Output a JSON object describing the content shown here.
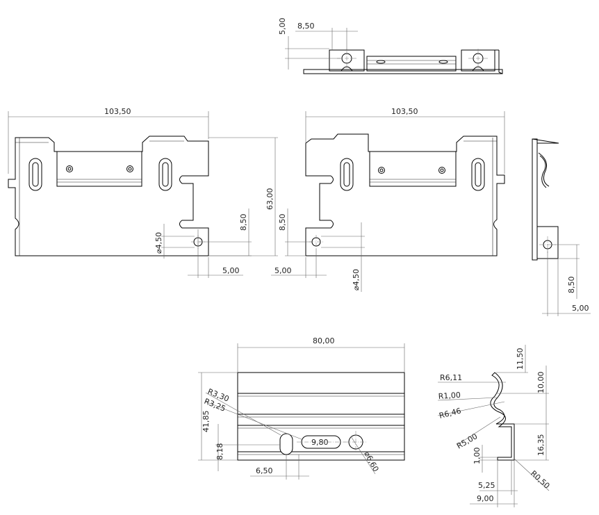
{
  "dimensions": {
    "top_v": "5,00",
    "top_h": "8,50",
    "left_width": "103,50",
    "right_width": "103,50",
    "height": "63,00",
    "left_hole_dia": "4,50",
    "left_hole_v": "8,50",
    "left_hole_h": "5,00",
    "mid_hole_v": "8,50",
    "mid_hole_h": "5,00",
    "mid_hole_dia": "4,50",
    "side_v": "8,50",
    "side_h": "5,00",
    "plate_width": "80,00",
    "plate_height": "41,85",
    "r1": "R3,30",
    "r2": "R3,25",
    "slot_len": "9,80",
    "hole_dia": "6,60",
    "slot_v": "8,18",
    "slot_h": "6,50",
    "p_r1": "R6,11",
    "p_r2": "R1,00",
    "p_r3": "R6,46",
    "p_r4": "R5,00",
    "p_r5": "R0,50",
    "p_v1": "11,50",
    "p_v2": "10,00",
    "p_v3": "16,35",
    "p_v4": "1,00",
    "p_h1": "5,25",
    "p_h2": "9,00"
  }
}
